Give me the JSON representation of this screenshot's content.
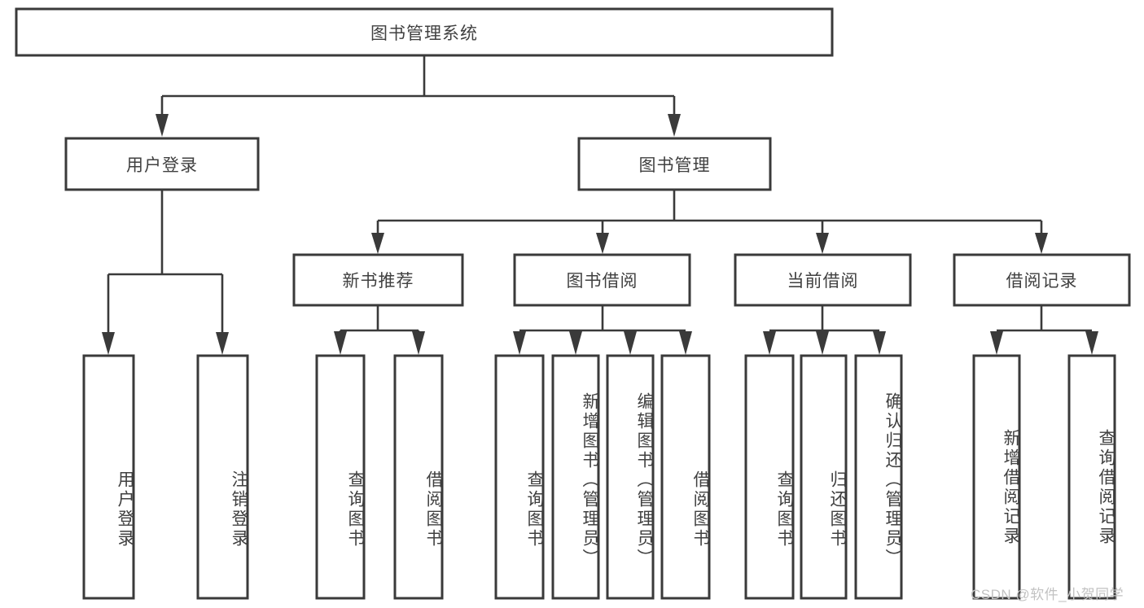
{
  "diagram": {
    "type": "tree-hierarchy-chart",
    "title": "图书管理系统",
    "root": {
      "id": "root",
      "label": "图书管理系统"
    },
    "level2": [
      {
        "id": "user-login",
        "label": "用户登录"
      },
      {
        "id": "book-management",
        "label": "图书管理"
      }
    ],
    "level3": [
      {
        "id": "new-book-recommend",
        "label": "新书推荐",
        "parent": "book-management"
      },
      {
        "id": "book-borrow",
        "label": "图书借阅",
        "parent": "book-management"
      },
      {
        "id": "current-borrow",
        "label": "当前借阅",
        "parent": "book-management"
      },
      {
        "id": "borrow-record",
        "label": "借阅记录",
        "parent": "book-management"
      }
    ],
    "leaves": [
      {
        "id": "leaf-user-login",
        "label": "用户登录",
        "parent": "user-login"
      },
      {
        "id": "leaf-logout-login",
        "label": "注销登录",
        "parent": "user-login"
      },
      {
        "id": "leaf-query-book-1",
        "label": "查询图书",
        "parent": "new-book-recommend"
      },
      {
        "id": "leaf-borrow-book-1",
        "label": "借阅图书",
        "parent": "new-book-recommend"
      },
      {
        "id": "leaf-query-book-2",
        "label": "查询图书",
        "parent": "book-borrow"
      },
      {
        "id": "leaf-add-book-admin",
        "label": "新增图书（管理员）",
        "parent": "book-borrow"
      },
      {
        "id": "leaf-edit-book-admin",
        "label": "编辑图书（管理员）",
        "parent": "book-borrow"
      },
      {
        "id": "leaf-borrow-book-2",
        "label": "借阅图书",
        "parent": "book-borrow"
      },
      {
        "id": "leaf-query-book-3",
        "label": "查询图书",
        "parent": "current-borrow"
      },
      {
        "id": "leaf-return-book",
        "label": "归还图书",
        "parent": "current-borrow"
      },
      {
        "id": "leaf-confirm-return-admin",
        "label": "确认归还（管理员）",
        "parent": "current-borrow"
      },
      {
        "id": "leaf-add-borrow-record",
        "label": "新增借阅记录",
        "parent": "borrow-record"
      },
      {
        "id": "leaf-query-borrow-record",
        "label": "查询借阅记录",
        "parent": "borrow-record"
      }
    ],
    "colors": {
      "box_fill": "#ffffff",
      "box_stroke": "#3a3a3a",
      "text": "#404040",
      "background": "#ffffff",
      "watermark": "#c2c2c2"
    }
  },
  "watermark": {
    "text": "CSDN @软件_小贺同学"
  }
}
